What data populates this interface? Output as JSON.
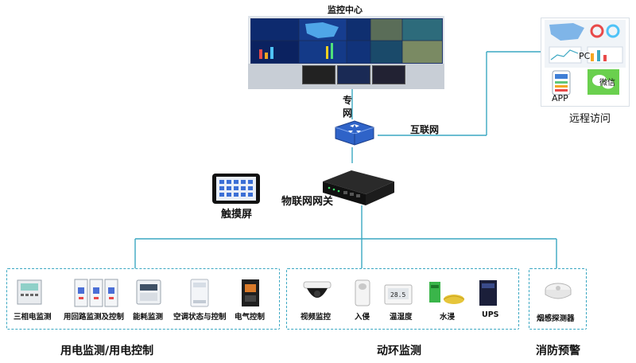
{
  "title": "监控中心",
  "private_net": [
    "专",
    "网"
  ],
  "internet": "互联网",
  "remote_access": "远程访问",
  "remote": {
    "pc": "PC",
    "app": "APP",
    "wechat": "微信"
  },
  "touch_screen": "触摸屏",
  "gateway": "物联网网关",
  "groups": [
    {
      "label": "用电监测/用电控制",
      "devices": [
        "三相电监测",
        "用回路监测及控制",
        "能耗监测",
        "空调状态与控制",
        "电气控制"
      ]
    },
    {
      "label": "动环监测",
      "devices": [
        "视频监控",
        "入侵",
        "温湿度",
        "水浸",
        "UPS"
      ]
    },
    {
      "label": "消防预警",
      "devices": [
        "烟感探测器"
      ]
    }
  ],
  "colors": {
    "line": "#3aa7c2",
    "screen_bg": "#0a1b4a",
    "switch": "#2f63c8"
  }
}
